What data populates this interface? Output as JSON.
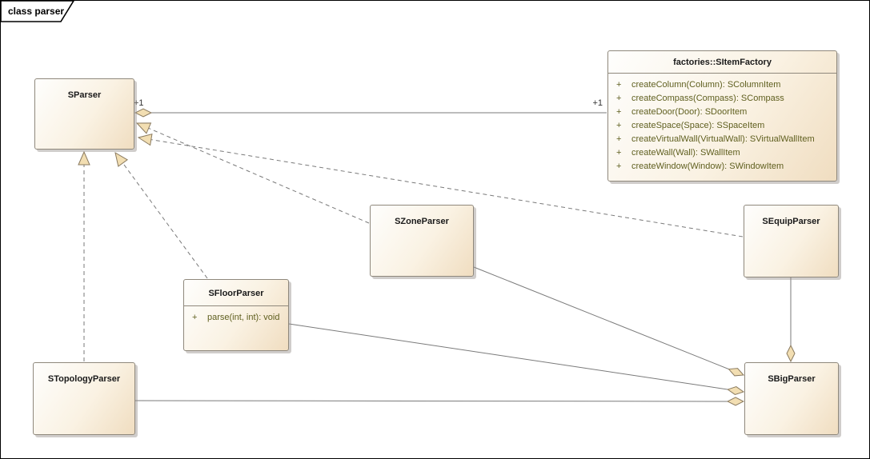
{
  "frame": {
    "label": "class parser"
  },
  "colors": {
    "box_fill_start": "#fefefd",
    "box_fill_end": "#f0ddc0",
    "box_border": "#8f887c",
    "connector": "#7a7a7a",
    "arrow_diamond_fill": "#f2deb2",
    "arrow_diamond_stroke": "#8a7a5f",
    "method_text": "#5f5f1f",
    "title_text": "#1a1a1a",
    "frame_border": "#000000"
  },
  "classes": [
    {
      "name": "SParser",
      "methods": []
    },
    {
      "name": "factories::SItemFactory",
      "methods": [
        {
          "vis": "+",
          "sig": "createColumn(Column): SColumnItem"
        },
        {
          "vis": "+",
          "sig": "createCompass(Compass): SCompass"
        },
        {
          "vis": "+",
          "sig": "createDoor(Door): SDoorItem"
        },
        {
          "vis": "+",
          "sig": "createSpace(Space): SSpaceItem"
        },
        {
          "vis": "+",
          "sig": "createVirtualWall(VirtualWall): SVirtualWallItem"
        },
        {
          "vis": "+",
          "sig": "createWall(Wall): SWallItem"
        },
        {
          "vis": "+",
          "sig": "createWindow(Window): SWindowItem"
        }
      ]
    },
    {
      "name": "SZoneParser",
      "methods": []
    },
    {
      "name": "SEquipParser",
      "methods": []
    },
    {
      "name": "SFloorParser",
      "methods": [
        {
          "vis": "+",
          "sig": "parse(int, int): void"
        }
      ]
    },
    {
      "name": "STopologyParser",
      "methods": []
    },
    {
      "name": "SBigParser",
      "methods": []
    }
  ],
  "relationships": [
    {
      "from": "SParser",
      "to": "factories::SItemFactory",
      "type": "aggregation",
      "style": "solid",
      "diamond_at": "SParser",
      "source_label": "+1",
      "target_label": "+1"
    },
    {
      "from": "SZoneParser",
      "to": "SParser",
      "type": "generalization",
      "style": "dashed"
    },
    {
      "from": "SEquipParser",
      "to": "SParser",
      "type": "generalization",
      "style": "dashed"
    },
    {
      "from": "STopologyParser",
      "to": "SParser",
      "type": "generalization",
      "style": "dashed"
    },
    {
      "from": "SFloorParser",
      "to": "SParser",
      "type": "generalization",
      "style": "dashed"
    },
    {
      "from": "SZoneParser",
      "to": "SBigParser",
      "type": "aggregation",
      "style": "solid",
      "diamond_at": "SBigParser"
    },
    {
      "from": "SFloorParser",
      "to": "SBigParser",
      "type": "aggregation",
      "style": "solid",
      "diamond_at": "SBigParser"
    },
    {
      "from": "STopologyParser",
      "to": "SBigParser",
      "type": "aggregation",
      "style": "solid",
      "diamond_at": "SBigParser"
    },
    {
      "from": "SEquipParser",
      "to": "SBigParser",
      "type": "aggregation",
      "style": "solid",
      "diamond_at": "SBigParser"
    }
  ]
}
